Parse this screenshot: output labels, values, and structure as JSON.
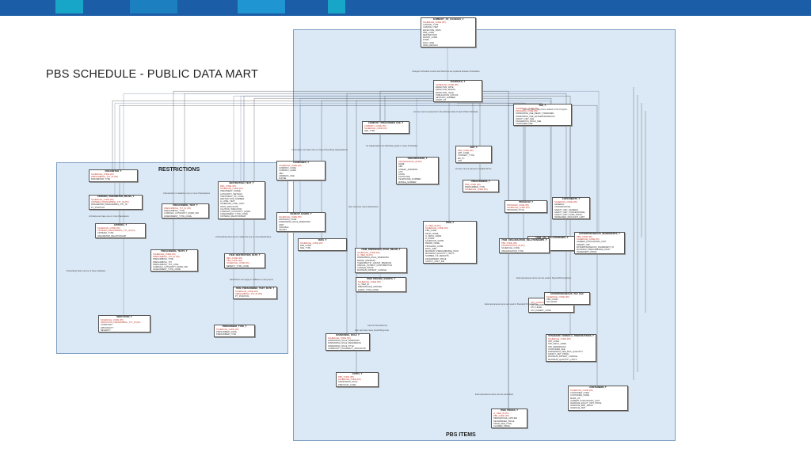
{
  "colors": {
    "topbar": "#1b5da6",
    "topbar_segments": [
      "#18a6c8",
      "#1c7fbf",
      "#1f96d1",
      "#1c6fb3"
    ],
    "area_fill": "#dbe9f6",
    "area_border": "#7f9fc4",
    "key_attr": "#c0392b"
  },
  "page_title": "PBS SCHEDULE - PUBLIC DATA MART",
  "areas": {
    "restrictions": "RESTRICTIONS",
    "pbs_items": "PBS ITEMS"
  },
  "entities": [
    {
      "name": "SUMMARY_OF_CHANGES_F",
      "attrs": [
        "SCHEDULE_CODE (PK)",
        "CHANGE_TYPE",
        "CHANGE_ITEM",
        "EFFECTIVE_DATE",
        "PBS_CODE",
        "RESTRICTION",
        "MANUF_CODE",
        "FORM",
        "PACK_SIZE",
        "ORIG_DETAILS"
      ]
    },
    {
      "name": "SCHEDULE_T",
      "attrs": [
        "SCHEDULE_CODE (PK)",
        "EFFECTIVE_DATE",
        "EFFECTIVE_MONTH",
        "EFFECTIVE_YEAR",
        "PUBLICATION_STATUS",
        "REVISION_NUMBER",
        "START_DT"
      ]
    },
    {
      "name": "COMPANY_PRESCRIBER_FEE_T",
      "attrs": [
        "COMPANY_CODE (PK)",
        "SCHEDULE_CODE (FK)",
        "FEE_TYPE"
      ]
    },
    {
      "name": "ORGANISATION_T",
      "attrs": [
        "ORGANISATION_ID (PK)",
        "NAME",
        "ABN",
        "STREET_ADDRESS",
        "CITY",
        "STATE",
        "POSTCODE",
        "TELEPHONE_NUMBER",
        "MOBILE_NUMBER"
      ]
    },
    {
      "name": "AMT_T",
      "attrs": [
        "PBS_CODE (PK)",
        "AMT_CODE",
        "CONCEPT_TYPE",
        "MP_PT",
        "TPP"
      ]
    },
    {
      "name": "FEE_T",
      "attrs": [
        "SCHEDULE_CODE (PK)",
        "PROGRAM_CODE (PK)",
        "DISPENSING_FEE_READY_PREPARED",
        "DISPENSING_FEE_EXTEMPORANEOUS",
        "SAFETY_NET_FEE",
        "DANGEROUS_DRUG_FEE",
        "CONTAINER_FEE"
      ]
    },
    {
      "name": "COMPANIES_T",
      "attrs": [
        "SCHEDULE_CODE (PK)",
        "COMPANY_CODE",
        "COMPANY_NAME",
        "ABN",
        "ADDRESS_LINE",
        "PHONE"
      ]
    },
    {
      "name": "PRESCRIBERS_T",
      "attrs": [
        "PBS_CODE (PK)",
        "PRESCRIBER_TYPE",
        "SCHEDULE_CODE (FK)"
      ]
    },
    {
      "name": "PRESCRIBING_TEXT_T",
      "attrs": [
        "PRESCRIBING_TXT_ID (PK)",
        "PRESCRIBING_TYPE",
        "COMPLEX_AUTHORITY_RQRD_IND",
        "ASSESSMENT_TYPE_CODE"
      ]
    },
    {
      "name": "RESTRICTION_TEXT_T",
      "attrs": [
        "RES_CODE (PK)",
        "SCHEDULE_CODE (FK)",
        "TREATMENT_PHASE",
        "AUTHORITY_METHOD",
        "TREATMENT_OF_CODE",
        "RESTRICTION_NUMBER",
        "LI_HTML_TEXT",
        "SCHEDULE_HTML_TEXT",
        "NOTE_INDICATOR",
        "CAUTION_INDICATOR",
        "COMPLEX_AUTHORITY_RQRD",
        "ASSESSMENT_TYPE_CODE",
        "CRITERIA_RELATIONSHIP"
      ]
    },
    {
      "name": "ITEM_T",
      "attrs": [
        "LI_ITEM_ID (PK)",
        "SCHEDULE_CODE (FK)",
        "PBS_CODE",
        "DRUG_NAME",
        "LI_DRUG_NAME",
        "LI_FORM",
        "SCHEDULE_FORM",
        "BRAND_NAME",
        "PROGRAM_CODE",
        "PACK_SIZE",
        "MAXIMUM_PRESCRIBABLE_PACK",
        "MAXIMUM_QUANTITY_UNITS",
        "NUMBER_OF_REPEATS",
        "DETERMINED_PRICE",
        "SUPPLY_ONLY_IND"
      ]
    },
    {
      "name": "PARAMETER_T",
      "attrs": [
        "SCHEDULE_CODE (PK)",
        "PRESCRIBING_TXT_ID (PK)",
        "PARAMETER_TYPE"
      ]
    },
    {
      "name": "CRITERIA_PARAMETER_RELNS_T",
      "attrs": [
        "SCHEDULE_CODE (PK)",
        "CRITERIA_PRESCRIBING_TXT_ID (PK)",
        "PARAMETER_PRESCRIBING_TXT_ID",
        "PT_POSITION"
      ]
    },
    {
      "name": "CRITERIA_T",
      "attrs": [
        "SCHEDULE_CODE (PK)",
        "CRITERIA_PRESCRIBING_TXT_ID (PK)",
        "CRITERIA_TYPE",
        "PARAMETER_RELATIONSHIP"
      ]
    },
    {
      "name": "PRESCRIBING_TEXTS_T",
      "attrs": [
        "SCHEDULE_CODE (PK)",
        "PRESCRIBING_TXT_ID (PK)",
        "PRESCRIBING_TYPE",
        "PRESCRIBING_TXT",
        "PRESCRIBING_TXT_HTML",
        "COMPLEX_AUTHORITY_RQRD_IND",
        "ASSESSMENT_TYPE_CODE"
      ]
    },
    {
      "name": "INDICATION_T",
      "attrs": [
        "SCHEDULE_CODE (PK)",
        "INDICATION_PRESCRIBING_TXT_ID (PK)",
        "CONDITION",
        "EPISODICITY",
        "SEVERITY"
      ]
    },
    {
      "name": "ITEM_RESTRICTION_RLTD_T",
      "attrs": [
        "RES_CODE (PK)",
        "PBS_CODE (PK)",
        "SCHEDULE_CODE (FK)",
        "BENEFIT_TYPE_CODE"
      ]
    },
    {
      "name": "ITEM_ATC_RELATIONSHIPS_T",
      "attrs": [
        "ATC_CODE (PK)",
        "PBS_CODE (PK)",
        "SCHEDULE_CODE",
        "ATC_PRIORITY_PCT"
      ]
    },
    {
      "name": "PBS_ATC_T",
      "attrs": [
        "ATC_CODE (PK)",
        "ATC_DESCRIPTION",
        "ATC_LEVEL",
        "ATC_PARENT_CODE"
      ]
    },
    {
      "name": "PROGRAM_T",
      "attrs": [
        "PROGRAM_CODE (PK)",
        "SCHEDULE_CODE (FK)",
        "PROGRAM_TITLE"
      ]
    },
    {
      "name": "COPAYMENTS_T",
      "attrs": [
        "SCHEDULE_CODE (PK)",
        "GENERAL",
        "CONCESSIONAL",
        "SAFETY_NET_GENERAL",
        "SAFETY_NET_CONCESSIONAL",
        "SAFETY_NET_CARD_ISSUE",
        "INCREASED_DISCOUNT_LIMIT"
      ]
    },
    {
      "name": "EXTEMPORANEOUS_INGREDIENTS_T",
      "attrs": [
        "PBS_CODE (PK)",
        "SCHEDULE_CODE (FK)",
        "AGREED_PURCHASING_UNIT",
        "EXEMPT_IND",
        "EXTEMPORANEOUS_INGREDIENT_ID",
        "MAXIMUM_PRESCRIBABLE_PACK",
        "INGREDIENT_PRICE"
      ]
    },
    {
      "name": "EXTEMPORANEOUS_TAX_PAC",
      "attrs": [
        "SCHEDULE_CODE (PK)",
        "PBS_CODE",
        "TAX_RATE"
      ]
    },
    {
      "name": "STANDARD_FORMULA_PREPARATIONS_T",
      "attrs": [
        "SCHEDULE_CODE (PK)",
        "SFP_CODE",
        "SFP_DRUG_NAME",
        "SFP_REFERENCE",
        "CONTAINER_FEE",
        "DISPENSING_FEE_MAX_QUANTITY",
        "SAFETY_NET_PRICE",
        "MAXIMUM_PATIENT_CHARGE",
        "MAXIMUM_QUANTITY_UNITS"
      ]
    },
    {
      "name": "MARKUP_BANDS_T",
      "attrs": [
        "SCHEDULE_CODE (PK)",
        "PROGRAM_CODE",
        "DISPENSING_RULE_MNEMONIC",
        "LIMIT",
        "VARIABLE",
        "OFFSET"
      ]
    },
    {
      "name": "FEES_T",
      "attrs": [
        "SCHEDULE_CODE (PK)",
        "FEE_CODE",
        "FEE_TYPE"
      ]
    },
    {
      "name": "ITEM_ORGANISATION_RELATIONSHIPS_T",
      "attrs": [
        "PBS_CODE (PK)",
        "ORGANISATION_ID (PK)",
        "SCHEDULE_CODE",
        "ORGANISATION_TYPE"
      ]
    },
    {
      "name": "ITEM_PRICING_EVENTS_T",
      "attrs": [
        "SCHEDULE_CODE (PK)",
        "LI_ITEM_ID",
        "PERCENTAGE_APPLIED",
        "EVENT_TYPE_CODE"
      ]
    },
    {
      "name": "ITEM_DISPENSING_RULE_RELNS_T",
      "attrs": [
        "SCHEDULE_CODE (PK)",
        "LI_ITEM_ID (PK)",
        "DISPENSING_RULE_MNEMONIC",
        "BRAND_PREMIUM",
        "THERAPEUTIC_GROUP_PREMIUM",
        "SPECIAL_PATIENT_CONTRIBUTION",
        "CHARGE_PRICE",
        "MAXIMUM_PATIENT_CHARGE"
      ]
    },
    {
      "name": "DISPENSING_RULE_T",
      "attrs": [
        "SCHEDULE_CODE (PK)",
        "DISPENSING_RULE_MNEMONIC",
        "DISPENSING_RULE_REFERENCE",
        "DISPENSING_RULE_TITLE",
        "COMMUNITY_PHARMACY_INDICATOR"
      ]
    },
    {
      "name": "PRESCRIBER_TYPE_T",
      "attrs": [
        "SCHEDULE_CODE (PK)",
        "PRESCRIBER_CODE",
        "PRESCRIBER_TYPE"
      ]
    },
    {
      "name": "ITEM_PRESCRIBING_TEXT_RLTD_T",
      "attrs": [
        "SCHEDULE_CODE (PK)",
        "PRESCRIBING_TXT_ID (PK)",
        "PT_POSITION"
      ]
    },
    {
      "name": "COPAY_T",
      "attrs": [
        "PBS_CODE (PK)",
        "SCHEDULE_CODE (FK)",
        "DISPENSING_RULE",
        "PREVIOUS_CODE"
      ]
    },
    {
      "name": "ITEM_RESTRICTION_RELNS_T",
      "attrs": [
        "SCHEDULE_CODE (PK)",
        "RES_CODE (PK)",
        "PBS_CODE"
      ]
    },
    {
      "name": "CONTAINERS_T",
      "attrs": [
        "SCHEDULE_CODE (PK)",
        "CONTAINER_CODE",
        "CONTAINER_NAME",
        "MARK_UP",
        "AGREED_PURCHASING_UNIT",
        "AVERAGE_EXACT_UNIT_PRICE",
        "AVERAGE_RRP_PRICE",
        "AVERAGE_SDP"
      ]
    },
    {
      "name": "ITEM_PRICES_T",
      "attrs": [
        "LI_ITEM_ID (PK)",
        "PBS_CODE (PK)",
        "PERCENTAGE_APPLIED",
        "DETERMINED_PRICE",
        "PRICE_PER_TYPE",
        "CLAIMED_PRICE"
      ]
    }
  ],
  "notes": [
    "Changes Schedule records and Sections are replaced between Schedules",
    "An Item can be presented in the effective date of each Public Schedule",
    "Fee can have many Fees related to this Program",
    "An Organisation can distribute goods in many Schedules",
    "An item can be issued to multiple ATC's",
    "A Company can have zero or many Prescribing Organisations",
    "A Criteria can have one or more Parameters",
    "A Restriction is related to one or more Prescriptions",
    "A Prescribing Text can be made into one or more Restrictions",
    "Restrictions can apply in addition to many items",
    "Item can have many Restrictions",
    "Item can have many prescribing texts",
    "Prescribing Texts can be of Type Indication",
    "Extemporaneous items can be used in Special Prescriptions",
    "Extemporaneous items are used in Standard Preparations",
    "Can be Prescribed by",
    "Extemporaneous items can be prescribed"
  ]
}
